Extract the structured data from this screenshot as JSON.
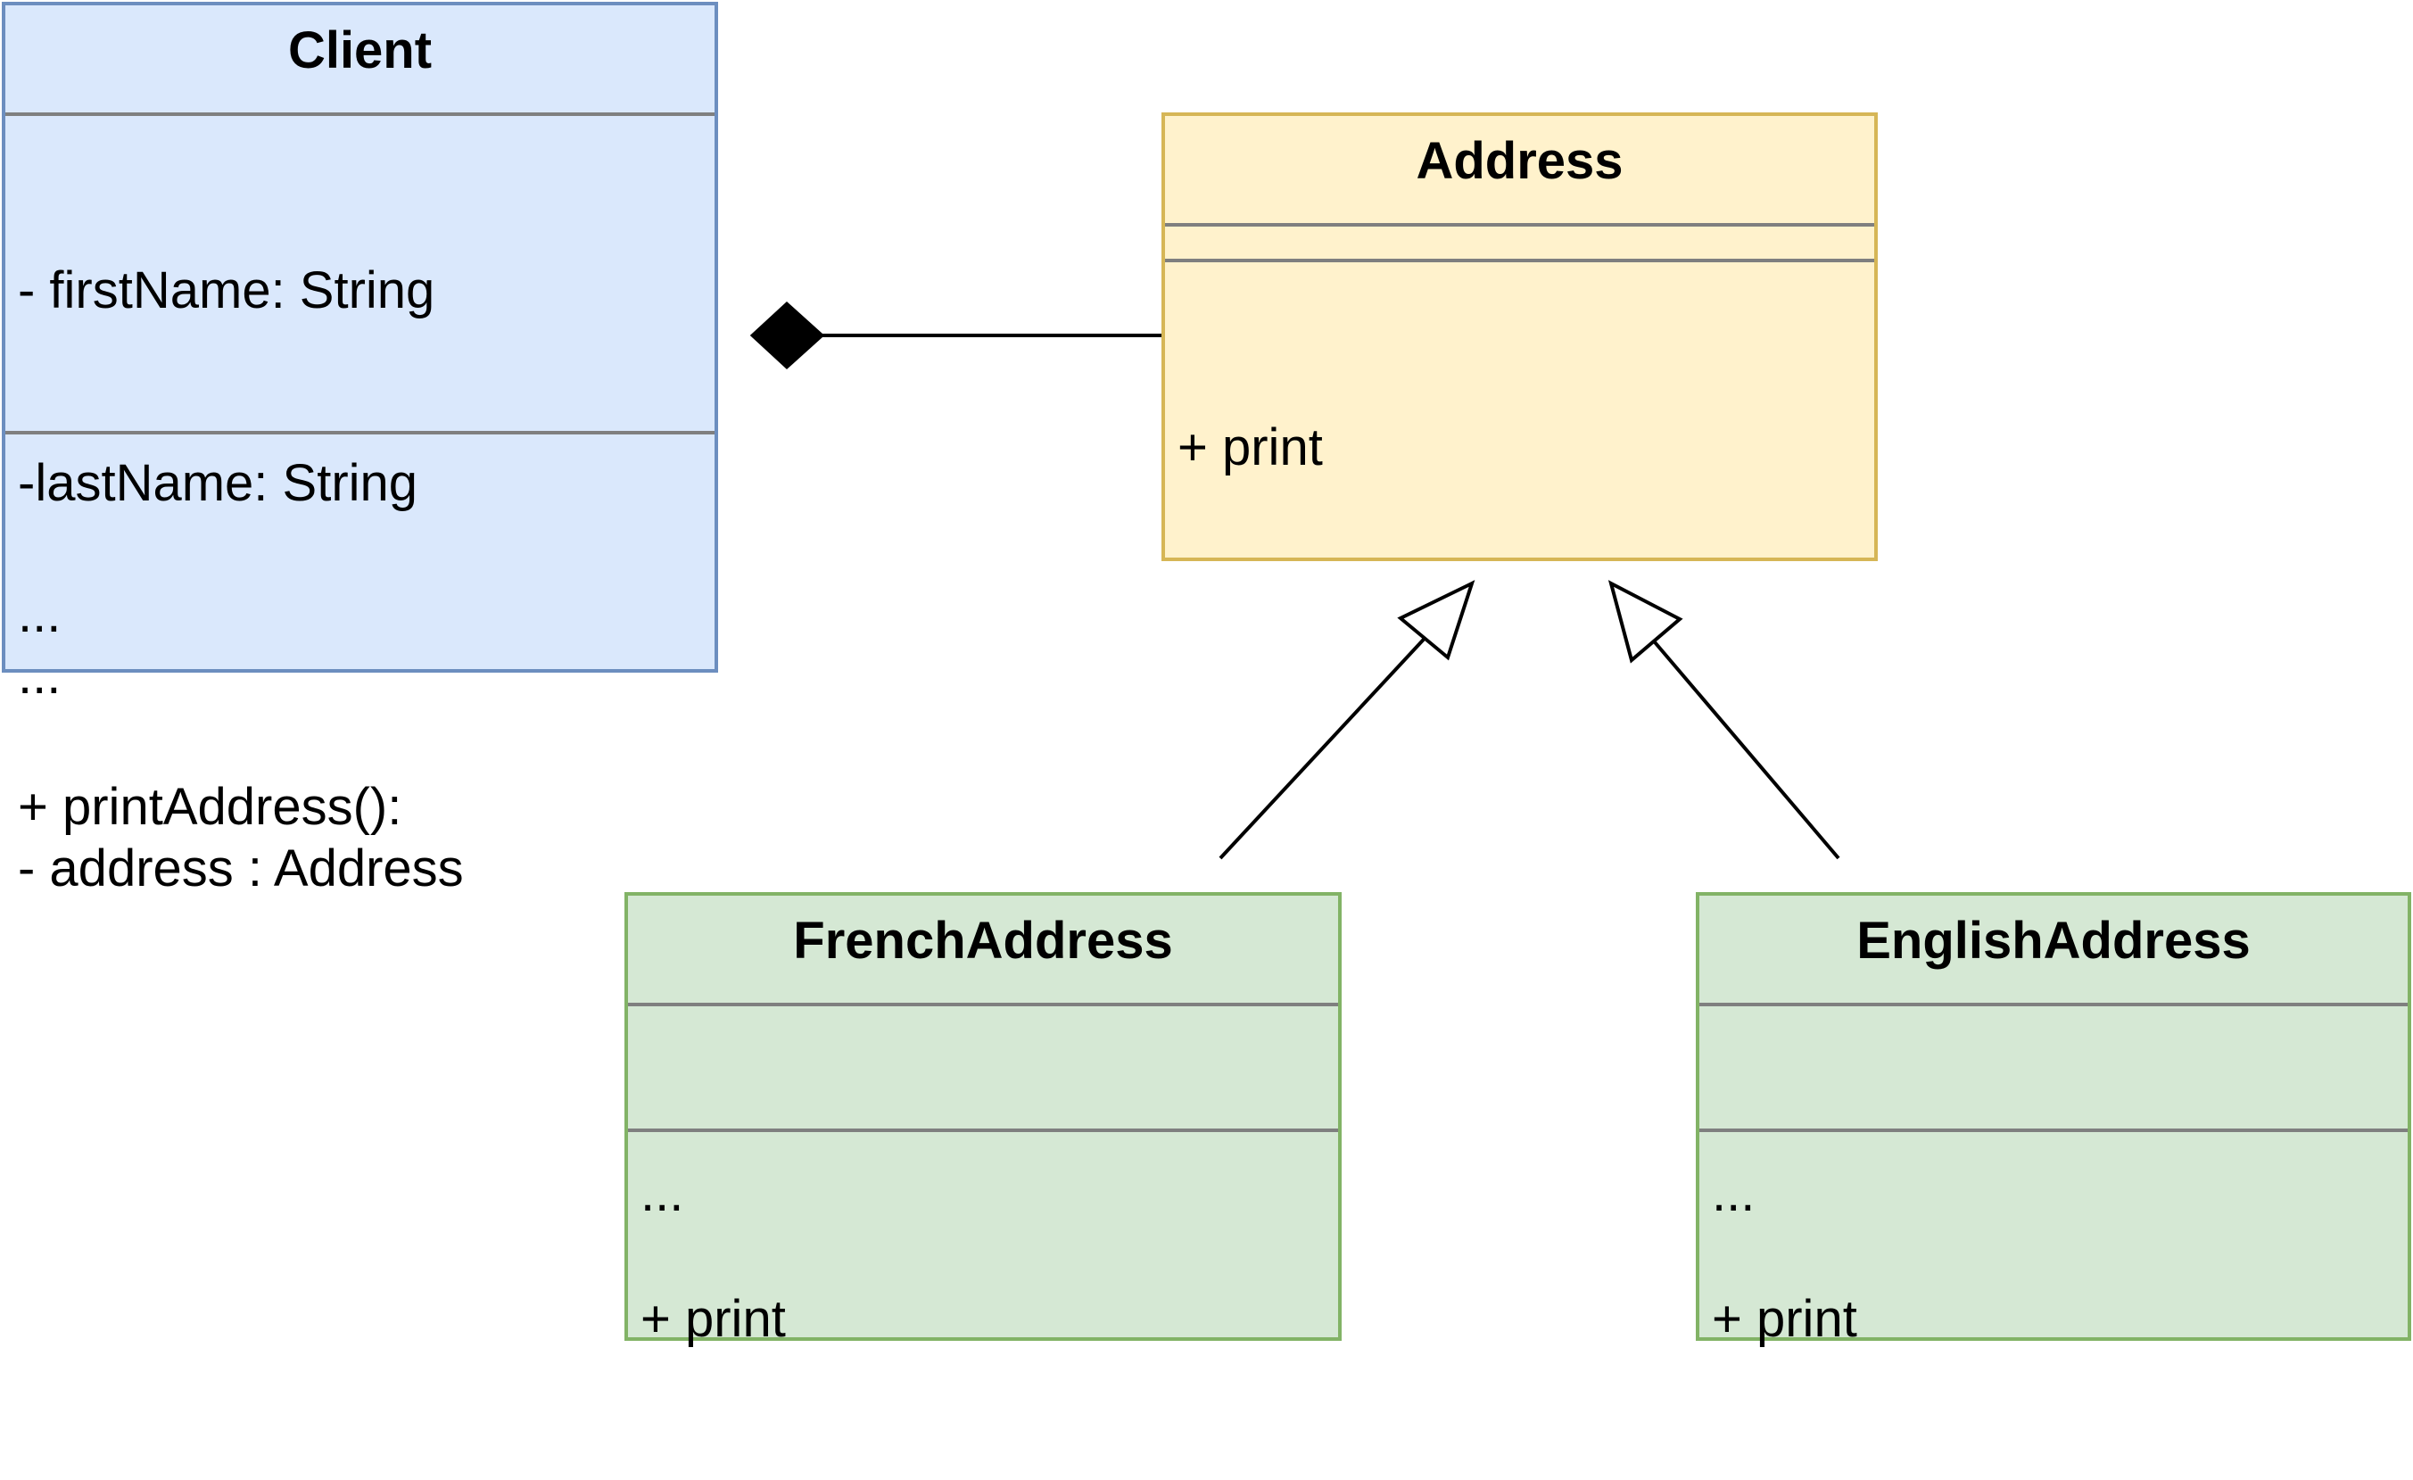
{
  "colors": {
    "client_fill": "#dae8fc",
    "client_border": "#6c8ebf",
    "address_fill": "#fff2cc",
    "address_border": "#d6b656",
    "subclass_fill": "#d5e8d4",
    "subclass_border": "#82b366",
    "divider": "#7f7f7f",
    "connector": "#000000"
  },
  "client": {
    "name": "Client",
    "attributes": [
      "- firstName: String",
      "-lastName: String",
      "...",
      "- address : Address"
    ],
    "methods": [
      "...",
      "+ printAddress():"
    ]
  },
  "address": {
    "name": "Address",
    "attributes": [],
    "methods": [
      "+ print"
    ]
  },
  "french_address": {
    "name": "FrenchAddress",
    "attributes": [
      "..."
    ],
    "methods": [
      "+ print"
    ]
  },
  "english_address": {
    "name": "EnglishAddress",
    "attributes": [
      "..."
    ],
    "methods": [
      "+ print"
    ]
  },
  "relationships": [
    {
      "type": "composition",
      "whole": "Client",
      "part": "Address"
    },
    {
      "type": "generalization",
      "child": "FrenchAddress",
      "parent": "Address"
    },
    {
      "type": "generalization",
      "child": "EnglishAddress",
      "parent": "Address"
    }
  ]
}
